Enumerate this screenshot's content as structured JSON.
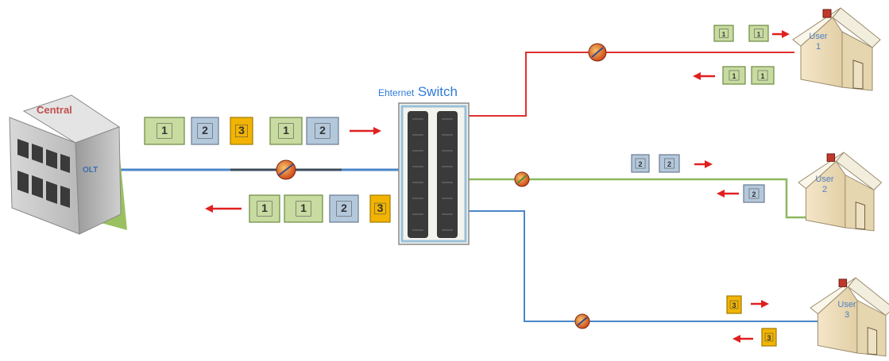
{
  "central": {
    "label": "Central",
    "olt_label": "OLT"
  },
  "switch": {
    "label_small": "Ehternet",
    "label_big": "Switch"
  },
  "users": [
    {
      "label": "User",
      "number": "1"
    },
    {
      "label": "User",
      "number": "2"
    },
    {
      "label": "User",
      "number": "3"
    }
  ],
  "colors": {
    "red": "#e03030",
    "green": "#8cb860",
    "blue": "#4a86c8",
    "arrow": "#e02020"
  },
  "packets": {
    "downstream": [
      "1",
      "2",
      "3",
      "1",
      "2"
    ],
    "upstream": [
      "1",
      "1",
      "2",
      "3"
    ],
    "user1_in": [
      "1",
      "1"
    ],
    "user1_out": [
      "1",
      "1"
    ],
    "user2_in": [
      "2",
      "2"
    ],
    "user2_out": [
      "2"
    ],
    "user3_in": [
      "3"
    ],
    "user3_out": [
      "3"
    ]
  }
}
